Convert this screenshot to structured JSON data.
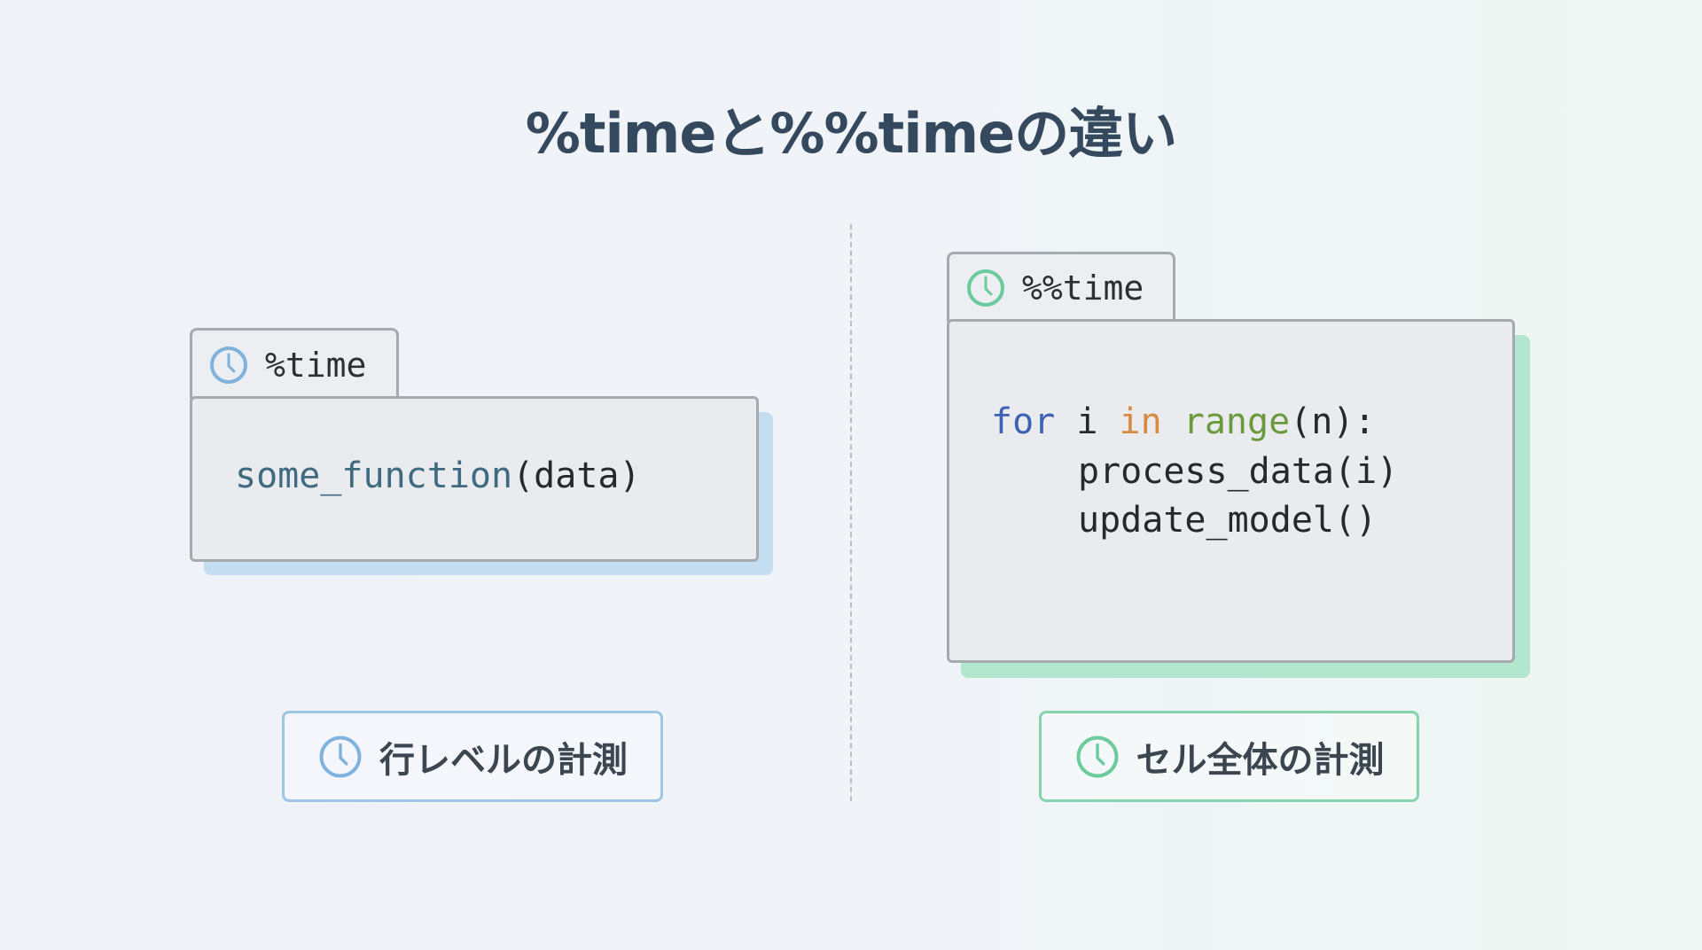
{
  "title": "%timeと%%timeの違い",
  "left": {
    "tab_label": "%time",
    "code_fn": "some_function",
    "code_args": "(data)",
    "footer_label": "行レベルの計測",
    "accent": "#7fb2dc",
    "shadow": "#c5ddf0"
  },
  "right": {
    "tab_label": "%%time",
    "code": {
      "kw_for": "for",
      "var_i": " i ",
      "kw_in": "in",
      "fn_range": "range",
      "range_args": "(n):",
      "line2": "process_data(i)",
      "line3": "update_model()"
    },
    "footer_label": "セル全体の計測",
    "accent": "#6ccb9c",
    "shadow": "#b3e6cf"
  },
  "icons": {
    "clock": "clock-icon"
  }
}
